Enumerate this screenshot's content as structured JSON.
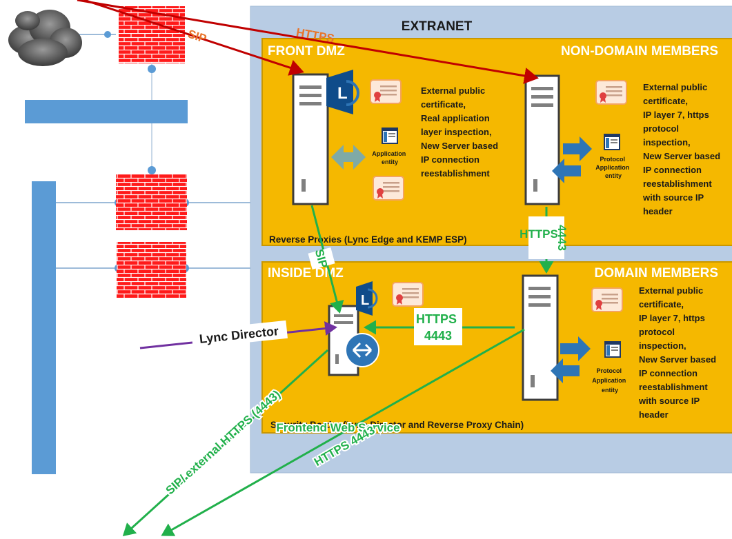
{
  "extranet": {
    "title": "EXTRANET"
  },
  "front_dmz": {
    "title": "FRONT DMZ",
    "members_label": "NON-DOMAIN MEMBERS",
    "caption": "Reverse Proxies (Lync Edge and KEMP ESP)",
    "server1": {
      "description": [
        "External public",
        "certificate,",
        "Real application",
        "layer inspection,",
        "New Server based",
        "IP connection",
        "reestablishment"
      ],
      "entity_label": [
        "Application",
        "entity"
      ]
    },
    "server2": {
      "description": [
        "External public",
        "certificate,",
        "IP layer 7, https",
        "protocol",
        "inspection,",
        "New Server based",
        "IP connection",
        "reestablishment",
        "with source IP",
        "header"
      ],
      "entity_label": [
        "Protocol",
        "Application",
        "entity"
      ]
    }
  },
  "inside_dmz": {
    "title": "INSIDE DMZ",
    "members_label": "DOMAIN MEMBERS",
    "caption": "Security Border (Lync Director and Reverse Proxy Chain)",
    "server2": {
      "description": [
        "External public",
        "certificate,",
        "IP layer 7, https",
        "protocol",
        "inspection,",
        "New Server based",
        "IP connection",
        "reestablishment",
        "with source IP",
        "header"
      ],
      "entity_label": [
        "Protocol",
        "Application",
        "entity"
      ]
    }
  },
  "flows": {
    "sip_top": "SIP",
    "https_top": "HTTPS",
    "sip_vertical": "SIP",
    "https_4443_vertical": [
      "HTTPS",
      "4443"
    ],
    "https_4443_horizontal": [
      "HTTPS",
      "4443"
    ],
    "lync_director": "Lync Director",
    "sip_external": "SIP/ external HTTPS (4443)",
    "frontend_web": [
      "Frontend Web Service",
      "HTTPS 4443"
    ]
  },
  "colors": {
    "extranet_bg": "#b8cce4",
    "zone_fill": "#f5b800",
    "zone_border": "#c99700",
    "zone_title": "#ffffff",
    "wall_red": "#ff1a1a",
    "blue_bar": "#5b9bd5",
    "arrow_red": "#c00000",
    "arrow_green": "#21b04b",
    "arrow_purple": "#7030a0",
    "label_orange": "#e8742a"
  }
}
